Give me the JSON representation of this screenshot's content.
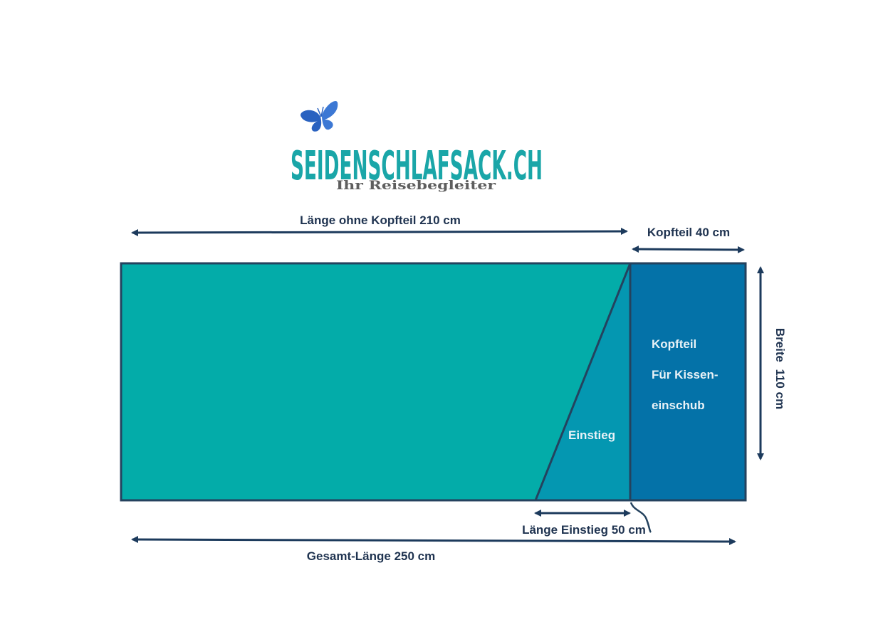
{
  "logo": {
    "name": "SEIDENSCHLAFSACK.CH",
    "tagline": "Ihr Reisebegleiter",
    "icon": "butterfly-icon"
  },
  "dimensions": {
    "length_without_head": "Länge ohne Kopfteil 210 cm",
    "head_length": "Kopfteil 40 cm",
    "width": "Breite  110 cm",
    "entry_length": "Länge Einstieg 50 cm",
    "total_length": "Gesamt-Länge 250 cm"
  },
  "sections": {
    "entry": "Einstieg",
    "head_title": "Kopfteil",
    "head_line2": "Für Kissen-",
    "head_line3": "einschub"
  },
  "colors": {
    "body": "#03aca9",
    "entry": "#0497b1",
    "head": "#0472a8",
    "outline": "#24425e",
    "arrow": "#1c3a5c",
    "label": "#1f3350",
    "inner_label": "#e9f2f7",
    "logo_text": "#1aa6a8",
    "logo_sub": "#5e5e5e",
    "butterfly": "#2a62c0"
  }
}
